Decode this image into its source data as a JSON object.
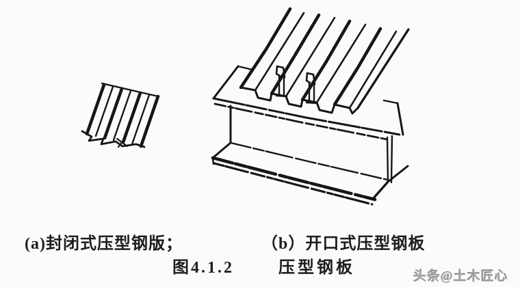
{
  "colors": {
    "background": "#fbfbfa",
    "ink": "#161616",
    "caption_text": "#1d1d1d",
    "watermark": "#9c9c9c"
  },
  "figure": {
    "caption_a": "(a)封闭式压型钢版；",
    "caption_b": "（b）开口式压型钢板",
    "figure_number": "图4.1.2",
    "figure_title": "压型钢板"
  },
  "watermark": {
    "text": "头条@土木匠心"
  },
  "drawings": {
    "a": {
      "icon": "closed-profile-steel-sheet-drawing"
    },
    "b": {
      "icon": "open-profile-steel-sheet-on-ibeam-drawing"
    }
  }
}
